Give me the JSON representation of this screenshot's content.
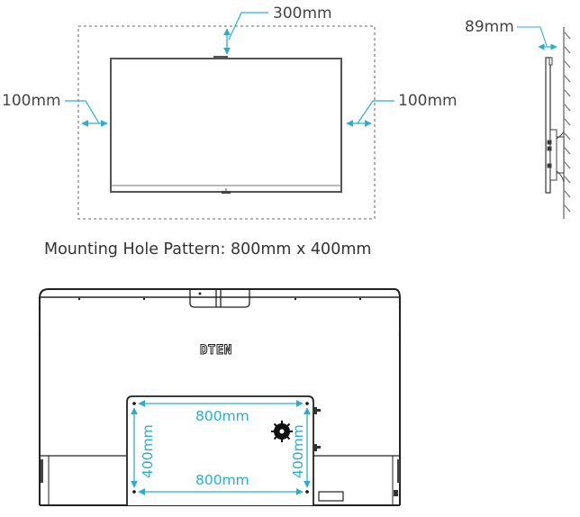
{
  "front_view": {
    "clearance_top": "300mm",
    "clearance_left": "100mm",
    "clearance_right": "100mm"
  },
  "side_view": {
    "depth_label": "89mm"
  },
  "caption": "Mounting Hole Pattern: 800mm x 400mm",
  "rear_view": {
    "brand_logo": "DTEN",
    "vesa_top_width": "800mm",
    "vesa_bottom_width": "800mm",
    "vesa_left_height": "400mm",
    "vesa_right_height": "400mm"
  },
  "colors": {
    "dimension_accent": "#2aaed0",
    "line_dark": "#222222",
    "dashed_border": "#888888",
    "label_text": "#444444"
  }
}
